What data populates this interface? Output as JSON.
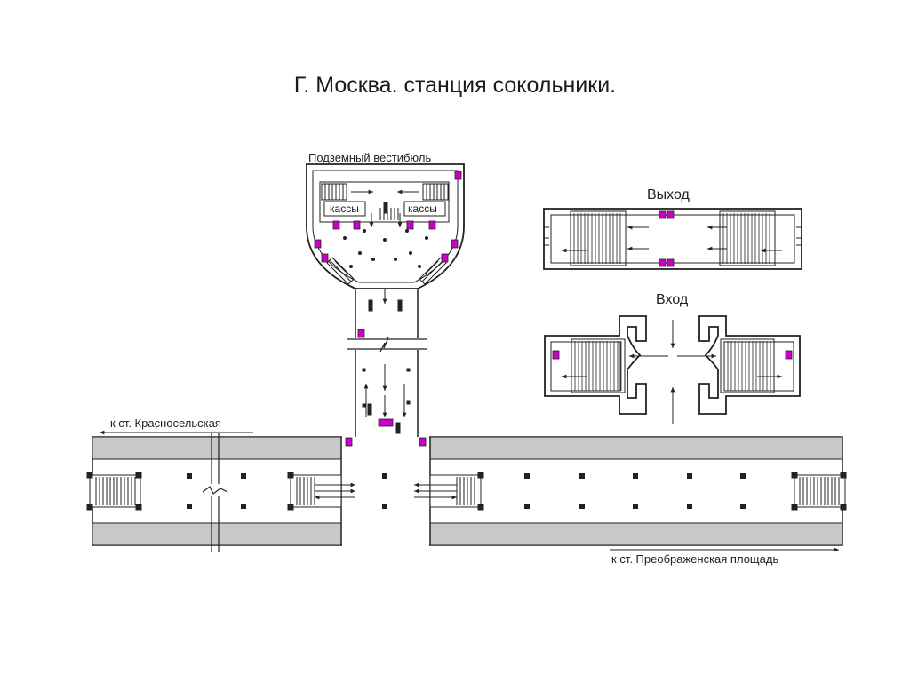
{
  "title": "Г. Москва. станция сокольники.",
  "labels": {
    "vestibule": "Подземный вестибюль",
    "ticket_office_left": "кассы",
    "ticket_office_right": "кассы",
    "exit": "Выход",
    "entrance": "Вход",
    "to_krasnoselskaya": "к ст. Красносельская",
    "to_preobrazhenskaya": "к ст. Преображенская площадь"
  },
  "colors": {
    "outline": "#222222",
    "track": "#c8c8c8",
    "marker": "#cc00cc",
    "background": "#ffffff"
  }
}
